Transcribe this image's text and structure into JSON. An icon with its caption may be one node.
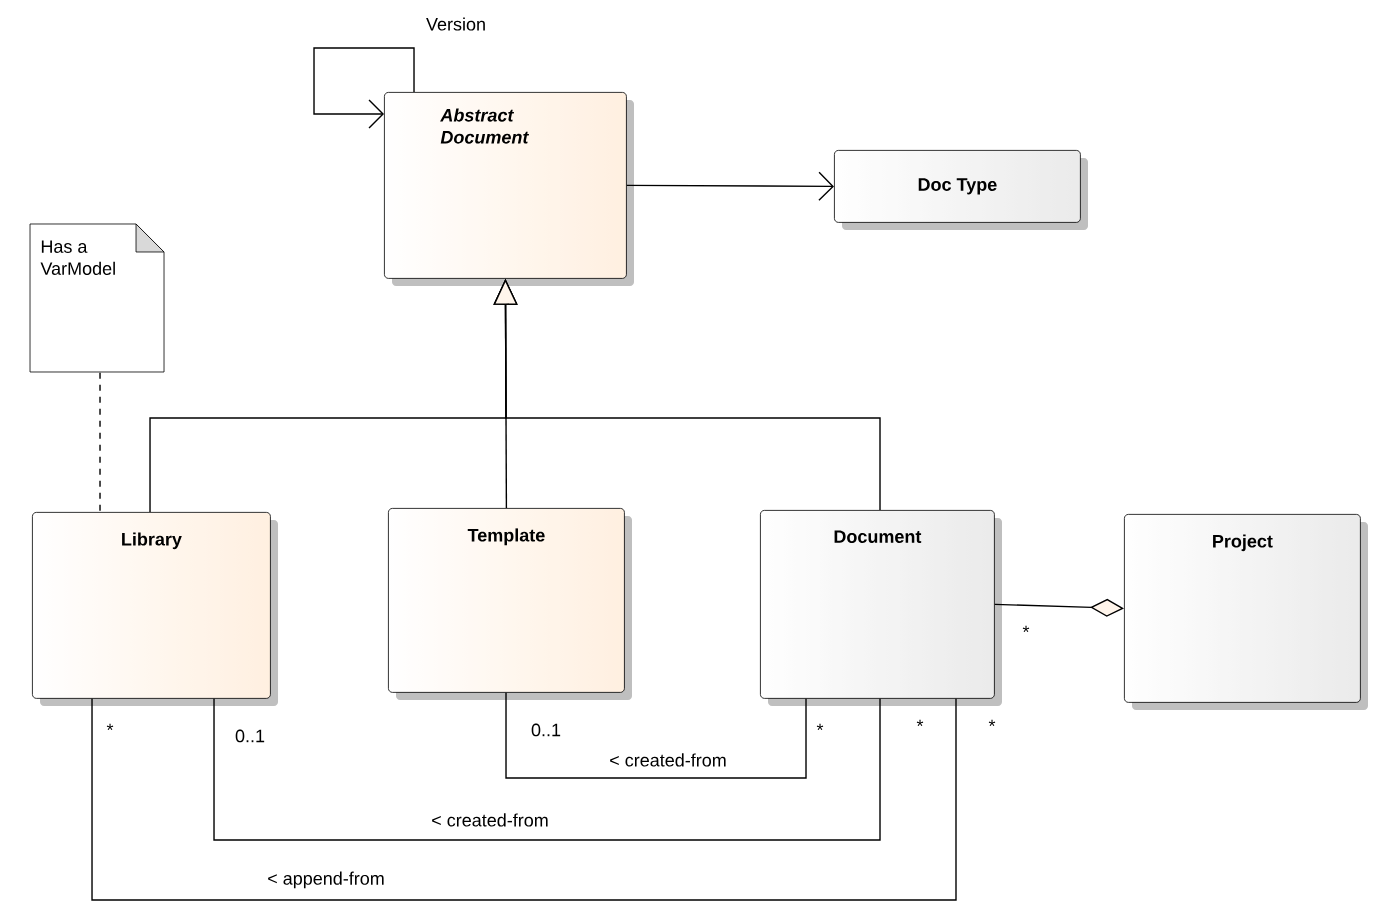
{
  "diagram": {
    "nodes": [
      {
        "text": [
          "Abstract Document"
        ]
      },
      {
        "text": [
          "Doc Type"
        ]
      },
      {
        "text": [
          "Has a VarModel"
        ]
      },
      {
        "text": [
          "Library"
        ]
      },
      {
        "text": [
          "Template"
        ]
      },
      {
        "text": [
          "Document"
        ]
      },
      {
        "text": [
          "Project"
        ]
      }
    ],
    "edges": [
      {
        "from": 0,
        "to": 0,
        "arrow": "to",
        "label": "Version"
      },
      {
        "from": 0,
        "to": 1,
        "arrow": "to"
      },
      {
        "from": 4,
        "to": 0,
        "arrow": "to"
      },
      {
        "from": 3,
        "to": 0,
        "arrow": "to"
      },
      {
        "from": 5,
        "to": 0,
        "arrow": "to"
      },
      {
        "from": 2,
        "to": 3,
        "arrow": "none",
        "style": "dashed"
      },
      {
        "from": 5,
        "to": 6,
        "arrow": "other"
      },
      {
        "from": 4,
        "to": 5,
        "arrow": "none",
        "label": "< created-from"
      },
      {
        "from": 3,
        "to": 5,
        "arrow": "none",
        "label": "< created-from"
      },
      {
        "from": 3,
        "to": 5,
        "arrow": "none",
        "label": "< append-from"
      }
    ],
    "labels": [
      "*",
      "*",
      "0..1",
      "0..1",
      "*",
      "*",
      "*"
    ]
  }
}
